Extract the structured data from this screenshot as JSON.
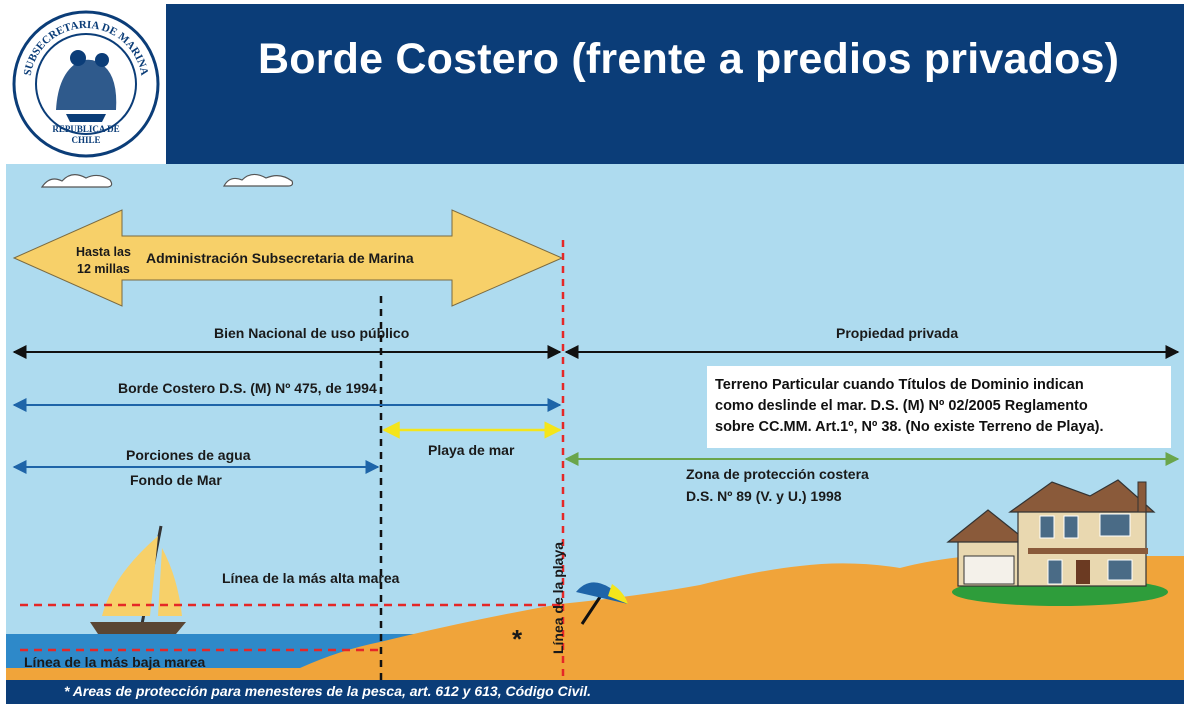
{
  "header": {
    "title": "Borde Costero (frente a predios privados)",
    "seal": {
      "icon": "navy-seal-icon",
      "text_top": "SUBSECRETARIA DE MARINA",
      "text_bottom_1": "REPUBLICA DE",
      "text_bottom_2": "CHILE"
    }
  },
  "diagram": {
    "admin_arrow": {
      "label_small_1": "Hasta las",
      "label_small_2": "12 millas",
      "label": "Administración Subsecretaria de Marina"
    },
    "bien_nacional": "Bien Nacional de uso público",
    "propiedad_privada": "Propiedad privada",
    "borde_costero": "Borde Costero D.S. (M)  Nº 475, de 1994",
    "playa_de_mar": "Playa de mar",
    "porciones_agua": "Porciones de agua",
    "fondo_mar": "Fondo  de Mar",
    "note_lines": [
      "Terreno Particular cuando Títulos de Dominio indican",
      "como deslinde el mar. D.S. (M) Nº 02/2005 Reglamento",
      "sobre CC.MM. Art.1º, Nº 38. (No existe Terreno de Playa)."
    ],
    "zona_proteccion_1": "Zona de protección costera",
    "zona_proteccion_2": "D.S. Nº 89 (V. y U.) 1998",
    "alta_marea": "Línea de la más alta marea",
    "baja_marea": "Línea de la más baja marea",
    "linea_playa": "Línea de la playa",
    "asterisk": "*",
    "icons": [
      "cloud-icon",
      "sailboat-icon",
      "beach-umbrella-icon",
      "house-icon"
    ]
  },
  "footer": {
    "text": "* Areas de protección para menesteres de la pesca, art. 612 y 613, Código Civil."
  },
  "colors": {
    "navy": "#0b3d78",
    "sky": "#aedbef",
    "sand": "#f0a43a",
    "sea": "#2e89c9",
    "arrow_fill": "#f7d069",
    "red_dash": "#e52727",
    "blue_arrow": "#1e64a8",
    "yellow_arrow": "#f4e51b",
    "green_arrow": "#6aa54b"
  }
}
